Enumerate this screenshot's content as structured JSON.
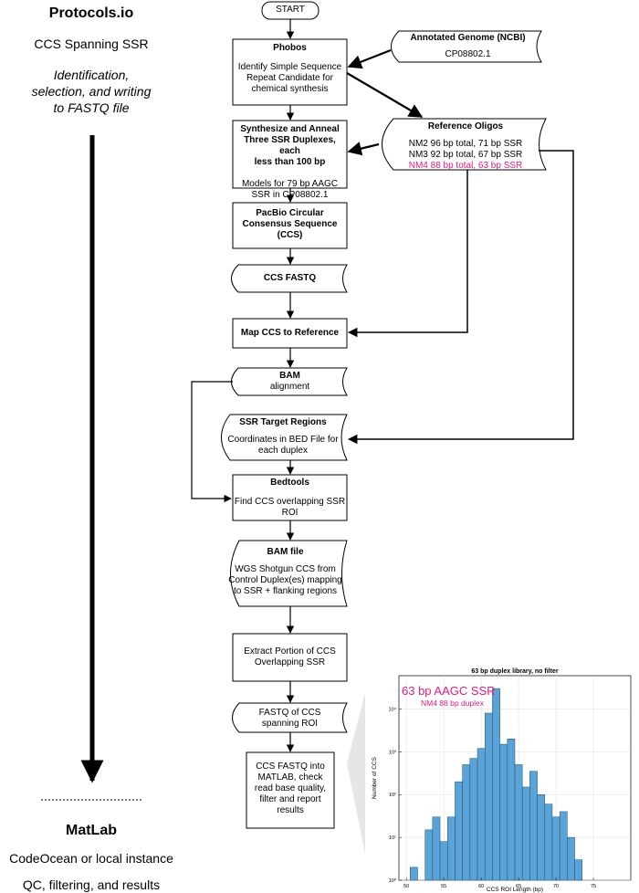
{
  "left_panel": {
    "top_title": "Protocols.io",
    "top_subtitle": "CCS Spanning SSR",
    "top_desc_lines": [
      "Identification,",
      "selection, and writing",
      "to FASTQ file"
    ],
    "bottom_title": "MatLab",
    "bottom_line1": "CodeOcean or local instance",
    "bottom_line2": "QC, filtering, and results"
  },
  "flow": {
    "start": "START",
    "phobos_title": "Phobos",
    "phobos_body": [
      "Identify Simple Sequence",
      "Repeat Candidate for",
      "chemical synthesis"
    ],
    "genome_title": "Annotated Genome (NCBI)",
    "genome_body": "CP08802.1",
    "synth_title": [
      "Synthesize and Anneal",
      "Three SSR Duplexes, each",
      "less than 100 bp"
    ],
    "synth_body": [
      "Models for 79 bp AAGC",
      "SSR in CP08802.1"
    ],
    "oligos_title": "Reference Oligos",
    "oligos_lines": [
      "NM2 96 bp total, 71 bp SSR",
      "NM3 92 bp total, 67 bp SSR",
      "NM4 88 bp total, 63 bp SSR"
    ],
    "oligos_highlight_color": "#e6197e",
    "pacbio_title": [
      "PacBio Circular",
      "Consensus Sequence",
      "(CCS)"
    ],
    "ccs_fastq": "CCS FASTQ",
    "map": "Map CCS to Reference",
    "bam_title": "BAM",
    "bam_body": "alignment",
    "ssr_title": "SSR Target Regions",
    "ssr_body": [
      "Coordinates in BED File for",
      "each duplex"
    ],
    "bedtools_title": "Bedtools",
    "bedtools_body": [
      "Find CCS overlapping SSR",
      "ROI"
    ],
    "bamfile_title": "BAM file",
    "bamfile_body": [
      "WGS Shotgun CCS from",
      "Control Duplex(es) mapping",
      "to SSR + flanking regions"
    ],
    "extract_body": [
      "Extract Portion of CCS",
      "Overlapping SSR"
    ],
    "fastq_roi": [
      "FASTQ of CCS",
      "spanning ROI"
    ],
    "final_body": [
      "CCS FASTQ into",
      "MATLAB,  check",
      "read base quality,",
      "filter and report",
      "results"
    ]
  },
  "chart_data": {
    "type": "bar",
    "title": "63 bp duplex library, no filter",
    "xlabel": "CCS ROI Length (bp)",
    "ylabel": "Number of CCS",
    "annotation_main": "63 bp AAGC SSR",
    "annotation_sub": "NM4 88 bp duplex",
    "annotation_color": "#e6197e",
    "bar_color": "#5aa3d6",
    "y_scale": "log",
    "ylim": [
      1,
      60000
    ],
    "xlim": [
      49,
      80
    ],
    "xticks": [
      50,
      55,
      60,
      65,
      70,
      75
    ],
    "yticks": [
      {
        "v": 1,
        "label": "10⁰"
      },
      {
        "v": 10,
        "label": "10¹"
      },
      {
        "v": 100,
        "label": "10²"
      },
      {
        "v": 1000,
        "label": "10³"
      },
      {
        "v": 10000,
        "label": "10⁴"
      }
    ],
    "bin_width": 1,
    "bins": [
      {
        "x": 51,
        "y": 2
      },
      {
        "x": 52,
        "y": 1
      },
      {
        "x": 53,
        "y": 15
      },
      {
        "x": 54,
        "y": 30
      },
      {
        "x": 55,
        "y": 8
      },
      {
        "x": 56,
        "y": 30
      },
      {
        "x": 57,
        "y": 200
      },
      {
        "x": 58,
        "y": 500
      },
      {
        "x": 59,
        "y": 700
      },
      {
        "x": 60,
        "y": 1200
      },
      {
        "x": 61,
        "y": 8000
      },
      {
        "x": 62,
        "y": 30000
      },
      {
        "x": 63,
        "y": 1500
      },
      {
        "x": 64,
        "y": 2000
      },
      {
        "x": 65,
        "y": 500
      },
      {
        "x": 66,
        "y": 150
      },
      {
        "x": 67,
        "y": 350
      },
      {
        "x": 68,
        "y": 100
      },
      {
        "x": 69,
        "y": 60
      },
      {
        "x": 70,
        "y": 30
      },
      {
        "x": 71,
        "y": 40
      },
      {
        "x": 72,
        "y": 10
      },
      {
        "x": 73,
        "y": 3
      },
      {
        "x": 77,
        "y": 1
      }
    ]
  }
}
